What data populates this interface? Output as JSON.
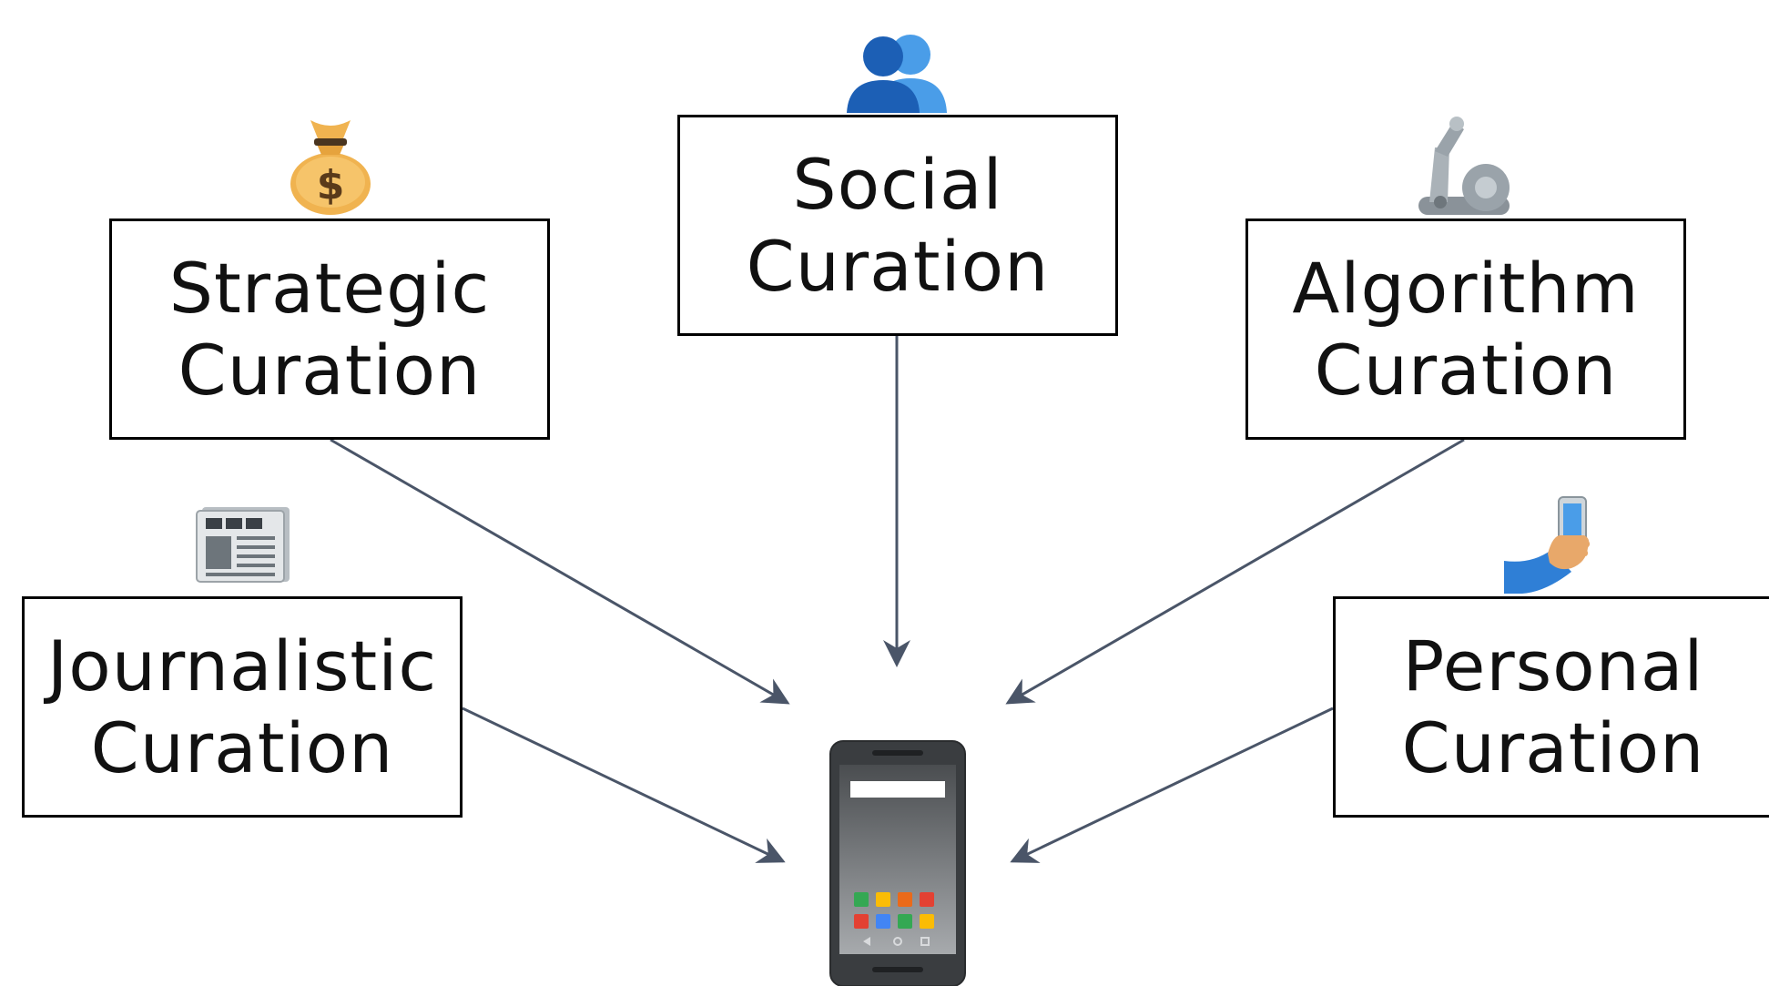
{
  "nodes": [
    {
      "id": "strategic",
      "line1": "Strategic",
      "line2": "Curation",
      "icon": "money-bag-icon"
    },
    {
      "id": "social",
      "line1": "Social",
      "line2": "Curation",
      "icon": "people-icon"
    },
    {
      "id": "algorithm",
      "line1": "Algorithm",
      "line2": "Curation",
      "icon": "robot-arm-icon"
    },
    {
      "id": "journalistic",
      "line1": "Journalistic",
      "line2": "Curation",
      "icon": "newspaper-icon"
    },
    {
      "id": "personal",
      "line1": "Personal",
      "line2": "Curation",
      "icon": "hand-holding-phone-icon"
    }
  ],
  "target": {
    "icon": "smartphone-icon"
  },
  "edges": [
    {
      "from": "strategic",
      "to": "smartphone"
    },
    {
      "from": "social",
      "to": "smartphone"
    },
    {
      "from": "algorithm",
      "to": "smartphone"
    },
    {
      "from": "journalistic",
      "to": "smartphone"
    },
    {
      "from": "personal",
      "to": "smartphone"
    }
  ],
  "colors": {
    "arrow": "#4a5568",
    "box_border": "#000000",
    "text": "#111111"
  }
}
